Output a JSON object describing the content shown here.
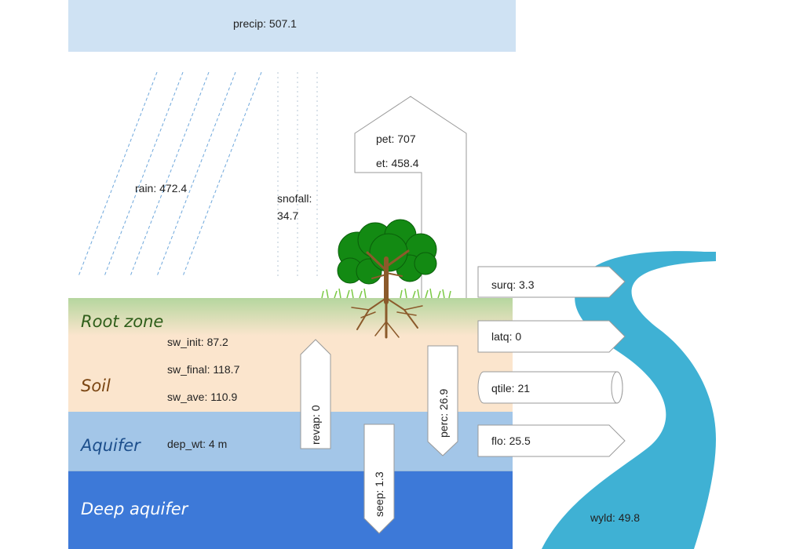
{
  "precip": {
    "label": "precip: 507.1"
  },
  "rain": {
    "label": "rain: 472.4"
  },
  "snowfall": {
    "line1": "snofall:",
    "line2": "34.7"
  },
  "evap": {
    "pet": "pet: 707",
    "et": "et: 458.4"
  },
  "zones": {
    "root_zone": "Root zone",
    "soil": "Soil",
    "aquifer": "Aquifer",
    "deep_aquifer": "Deep aquifer"
  },
  "soil_water": {
    "sw_init": "sw_init: 87.2",
    "sw_final": "sw_final: 118.7",
    "sw_ave": "sw_ave: 110.9"
  },
  "aquifer_info": {
    "dep_wt": "dep_wt: 4 m"
  },
  "vertical_flows": {
    "revap": "revap: 0",
    "perc": "perc: 26.9",
    "seep": "seep: 1.3"
  },
  "outflows": {
    "surq": "surq: 3.3",
    "latq": "latq: 0",
    "qtile": "qtile: 21",
    "flo": "flo: 25.5"
  },
  "wyld": {
    "label": "wyld: 49.8"
  },
  "colors": {
    "precip_bar": "#cfe2f3",
    "root_zone_top": "#b5d69e",
    "soil": "#fbe5cd",
    "aquifer": "#a3c6e8",
    "deep_aquifer": "#3d79d8",
    "river": "#3fb1d4",
    "root_zone_text": "#2e5e1a",
    "soil_text": "#7a4512",
    "aquifer_text": "#1d4f8c",
    "deep_text": "#ffffff",
    "tree_canopy": "#138a13",
    "tree_trunk": "#8b5a2b",
    "grass": "#7ac943",
    "rain_lines": "#6fa8dc",
    "snow_lines": "#b7c7d6"
  },
  "icons": [
    "tree-icon",
    "rain-lines",
    "snowfall-lines",
    "river-shape"
  ]
}
